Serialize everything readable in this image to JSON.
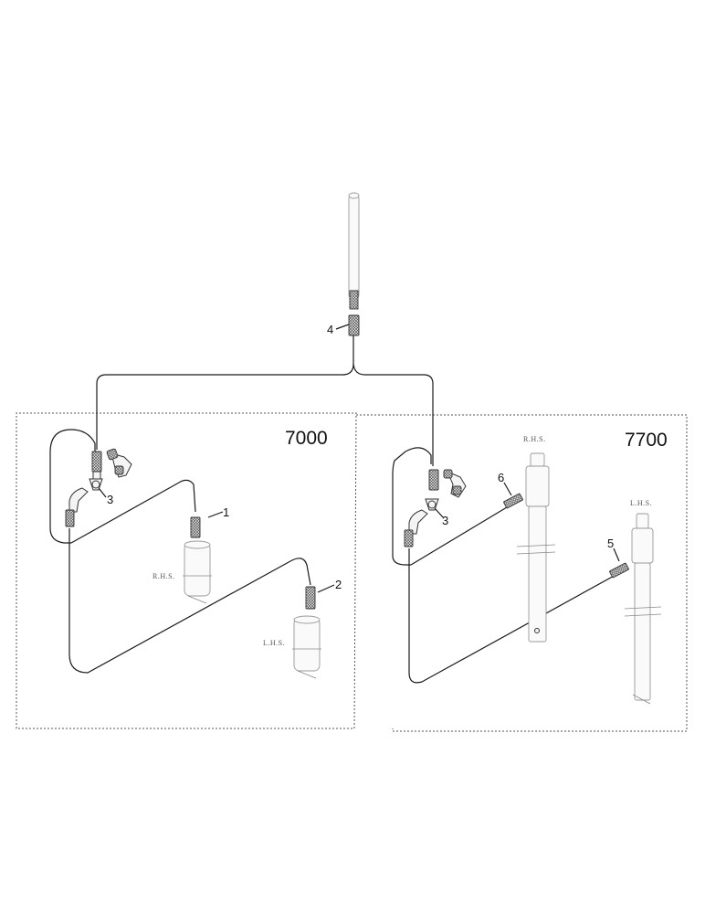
{
  "sections": [
    {
      "model": "7000",
      "cylinder_labels": [
        "R.H.S.",
        "L.H.S."
      ]
    },
    {
      "model": "7700",
      "cylinder_labels": [
        "R.H.S.",
        "L.H.S."
      ]
    }
  ],
  "callouts": [
    "1",
    "2",
    "3",
    "3",
    "4",
    "5",
    "6"
  ],
  "colors": {
    "line": "#1a1a1a",
    "frame": "#555555",
    "part_fill": "#f4f4f4"
  }
}
